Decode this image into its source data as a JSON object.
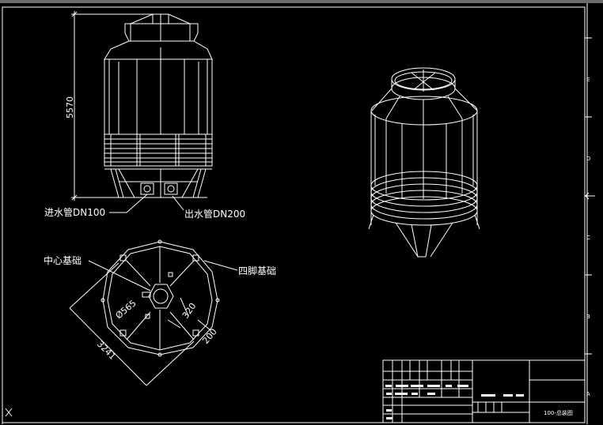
{
  "drawing": {
    "dim_height": "5570",
    "label_inlet": "进水管DN100",
    "label_outlet": "出水管DN200",
    "label_center_base": "中心基础",
    "label_four_legs": "四脚基础",
    "dim_diameter": "Ø565",
    "dim_320": "320",
    "dim_200": "200",
    "dim_3241": "3241"
  },
  "title_block": {
    "drawing_name": "100-总装图"
  },
  "border_zones": [
    "E",
    "D",
    "C",
    "B",
    "A"
  ],
  "colors": {
    "background": "#000000",
    "line": "#ffffff",
    "topbar": "#6b6b6b"
  }
}
